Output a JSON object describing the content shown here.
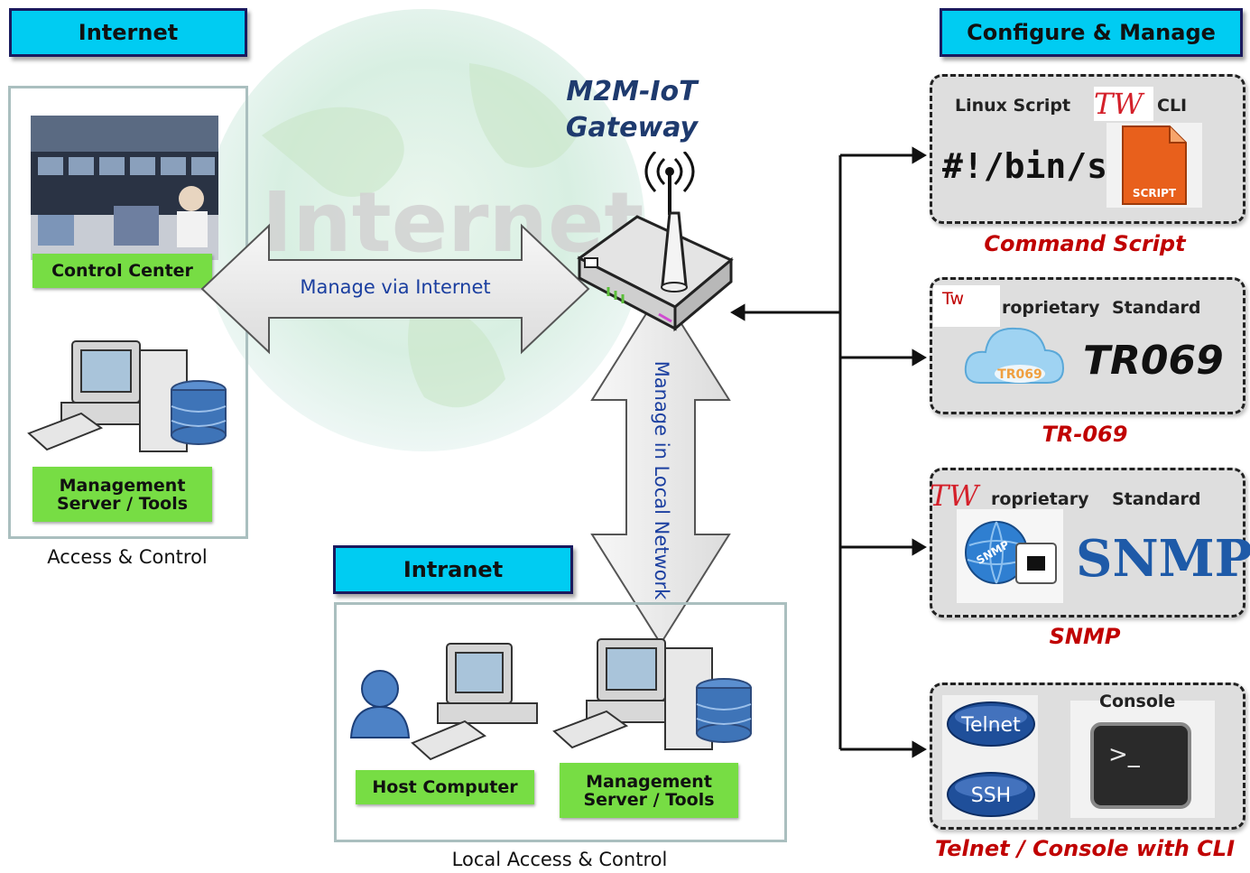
{
  "headers": {
    "internet": "Internet",
    "configure": "Configure & Manage",
    "intranet": "Intranet"
  },
  "background_word": "Internet",
  "gateway": {
    "line1": "M2M-IoT",
    "line2": "Gateway"
  },
  "left_panel": {
    "control_center": "Control Center",
    "mgmt_server": "Management Server / Tools",
    "caption": "Access & Control"
  },
  "arrows": {
    "manage_internet": "Manage via Internet",
    "manage_local": "Manage in Local Network"
  },
  "intranet_panel": {
    "host_computer": "Host Computer",
    "mgmt_server": "Management Server / Tools",
    "caption": "Local Access & Control"
  },
  "cards": {
    "command": {
      "linux_script": "Linux Script",
      "cli": "CLI",
      "shebang": "#!/bin/sh",
      "script_icon_text": "SCRIPT",
      "tw_mark": "TW",
      "caption": "Command Script"
    },
    "tr069": {
      "proprietary": "roprietary",
      "standard": "Standard",
      "logo": "TR069",
      "cloud_text": "TR069",
      "tw_mark": "Tw",
      "caption": "TR-069"
    },
    "snmp": {
      "proprietary": "roprietary",
      "standard": "Standard",
      "logo": "SNMP",
      "globe_text": "SNMP",
      "tw_mark": "TW",
      "caption": "SNMP"
    },
    "telnet": {
      "console": "Console",
      "telnet": "Telnet",
      "ssh": "SSH",
      "terminal_prompt": ">_",
      "caption": "Telnet / Console with CLI"
    }
  },
  "colors": {
    "header_bg": "#00ccf2",
    "label_green": "#77dd44",
    "caption_red": "#c00000",
    "text_blue": "#1b3fa0"
  }
}
